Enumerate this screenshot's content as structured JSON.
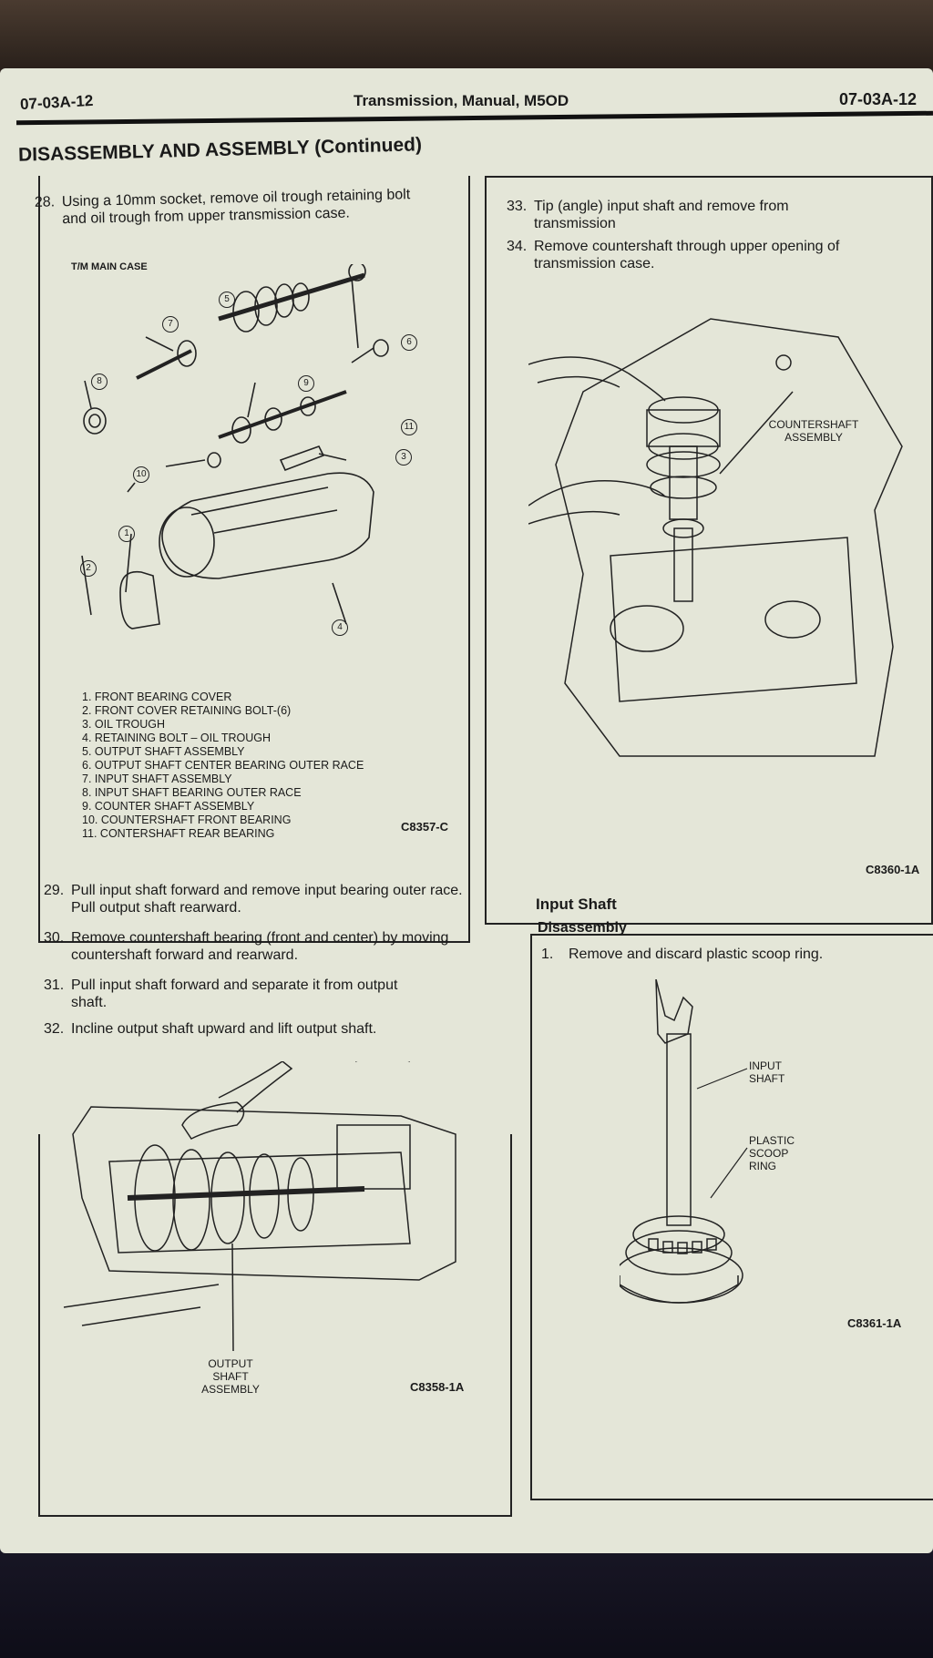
{
  "header": {
    "page_left": "07-03A-12",
    "title": "Transmission, Manual, M5OD",
    "page_right": "07-03A-12"
  },
  "section_title": "DISASSEMBLY AND ASSEMBLY (Continued)",
  "steps": {
    "s28": {
      "num": "28.",
      "text": "Using a 10mm socket, remove oil trough retaining bolt and oil trough from upper transmission case."
    },
    "s29": {
      "num": "29.",
      "text": "Pull input shaft forward and remove input bearing outer race. Pull output shaft rearward."
    },
    "s30": {
      "num": "30.",
      "text": "Remove countershaft bearing (front and center) by moving countershaft forward and rearward."
    },
    "s31": {
      "num": "31.",
      "text": "Pull input shaft forward and separate it from output shaft."
    },
    "s32": {
      "num": "32.",
      "text": "Incline output shaft upward and lift output shaft."
    },
    "s33": {
      "num": "33.",
      "text": "Tip (angle) input shaft and remove from transmission"
    },
    "s34": {
      "num": "34.",
      "text": "Remove countershaft through upper opening of transmission case."
    },
    "d1": {
      "num": "1.",
      "text": "Remove and discard plastic scoop ring."
    }
  },
  "fig1": {
    "title": "T/M MAIN CASE",
    "code": "C8357-C",
    "markers": [
      "1",
      "2",
      "3",
      "4",
      "5",
      "6",
      "7",
      "8",
      "9",
      "10",
      "11"
    ],
    "legend": [
      "1. FRONT BEARING COVER",
      "2. FRONT COVER RETAINING BOLT-(6)",
      "3. OIL TROUGH",
      "4. RETAINING BOLT – OIL TROUGH",
      "5. OUTPUT SHAFT ASSEMBLY",
      "6. OUTPUT SHAFT CENTER BEARING OUTER RACE",
      "7. INPUT SHAFT ASSEMBLY",
      "8. INPUT SHAFT BEARING OUTER RACE",
      "9. COUNTER SHAFT ASSEMBLY",
      "10. COUNTERSHAFT FRONT BEARING",
      "11. CONTERSHAFT REAR BEARING"
    ]
  },
  "fig2": {
    "callout": "COUNTERSHAFT ASSEMBLY",
    "code": "C8360-1A"
  },
  "fig3": {
    "callout": "OUTPUT SHAFT ASSEMBLY",
    "code": "C8358-1A"
  },
  "fig4": {
    "callout_a": "INPUT SHAFT",
    "callout_b": "PLASTIC SCOOP RING",
    "code": "C8361-1A"
  },
  "input_shaft": {
    "heading": "Input Shaft",
    "subheading": "Disassembly"
  }
}
